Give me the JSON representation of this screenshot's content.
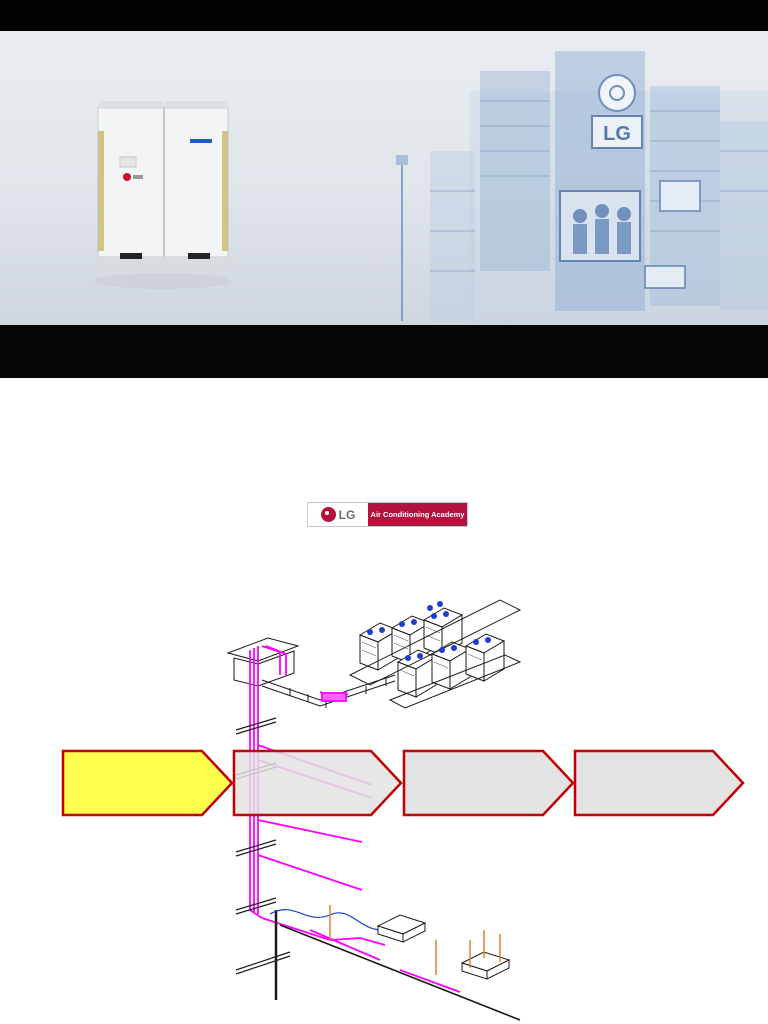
{
  "hero": {
    "product": "LG multi V outdoor unit",
    "cityscape": "sketched LG billboard street scene"
  },
  "brand": {
    "logo_text": "LG",
    "academy_label": "Air Conditioning Academy",
    "accent_color": "#b4123e"
  },
  "process_steps": [
    {
      "label": "",
      "state": "active",
      "fill": "#ffff4d"
    },
    {
      "label": "",
      "state": "inactive",
      "fill": "#e3e3e3"
    },
    {
      "label": "",
      "state": "inactive",
      "fill": "#e3e3e3"
    },
    {
      "label": "",
      "state": "inactive",
      "fill": "#e3e3e3"
    }
  ],
  "colors": {
    "chevron_border": "#c00000",
    "pipe": "#ff00ff",
    "pipe_blue": "#1a3fcf",
    "drain": "#e07a1c"
  }
}
